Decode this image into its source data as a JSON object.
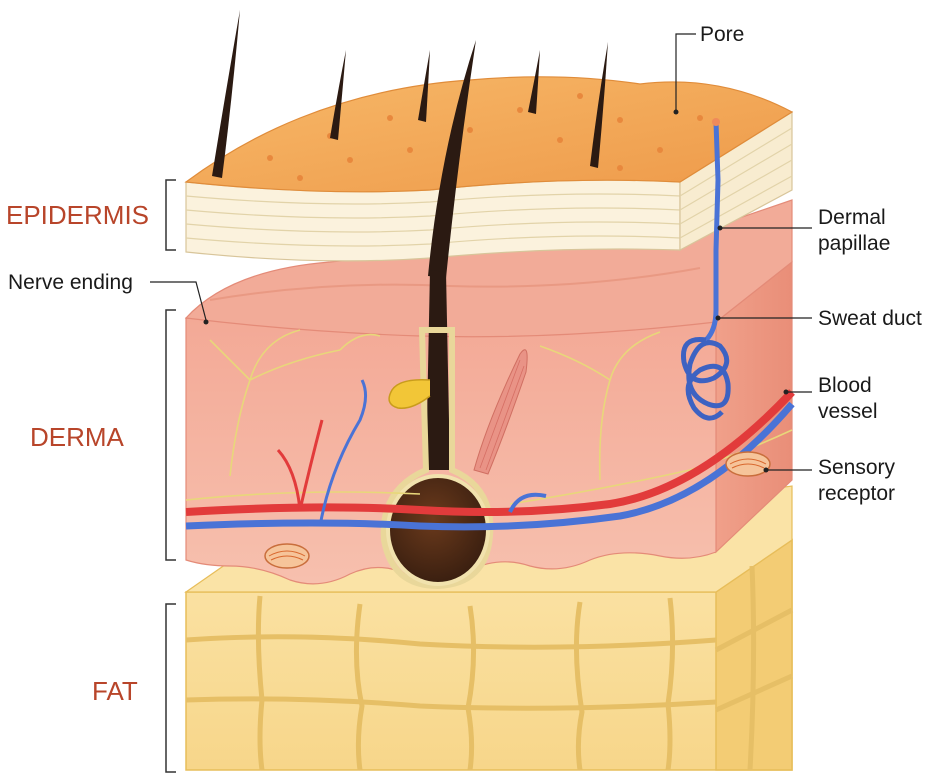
{
  "layers": {
    "epidermis": "EPIDERMIS",
    "derma": "DERMA",
    "fat": "FAT"
  },
  "callouts": {
    "pore": "Pore",
    "dermal_papillae": [
      "Dermal",
      "papillae"
    ],
    "sweat_duct": "Sweat duct",
    "blood_vessel": [
      "Blood",
      "vessel"
    ],
    "sensory_receptor": [
      "Sensory",
      "receptor"
    ],
    "nerve_ending": "Nerve ending"
  },
  "colors": {
    "layer_label": "#b8452a",
    "epidermis_top": "#f4a85a",
    "epidermis_side": "#fbf1dc",
    "derma": "#f6b7a4",
    "fat": "#f9dc97",
    "hair": "#2b1a12",
    "artery": "#e23b3b",
    "vein": "#4a73d6",
    "nerve": "#e8d77a"
  }
}
